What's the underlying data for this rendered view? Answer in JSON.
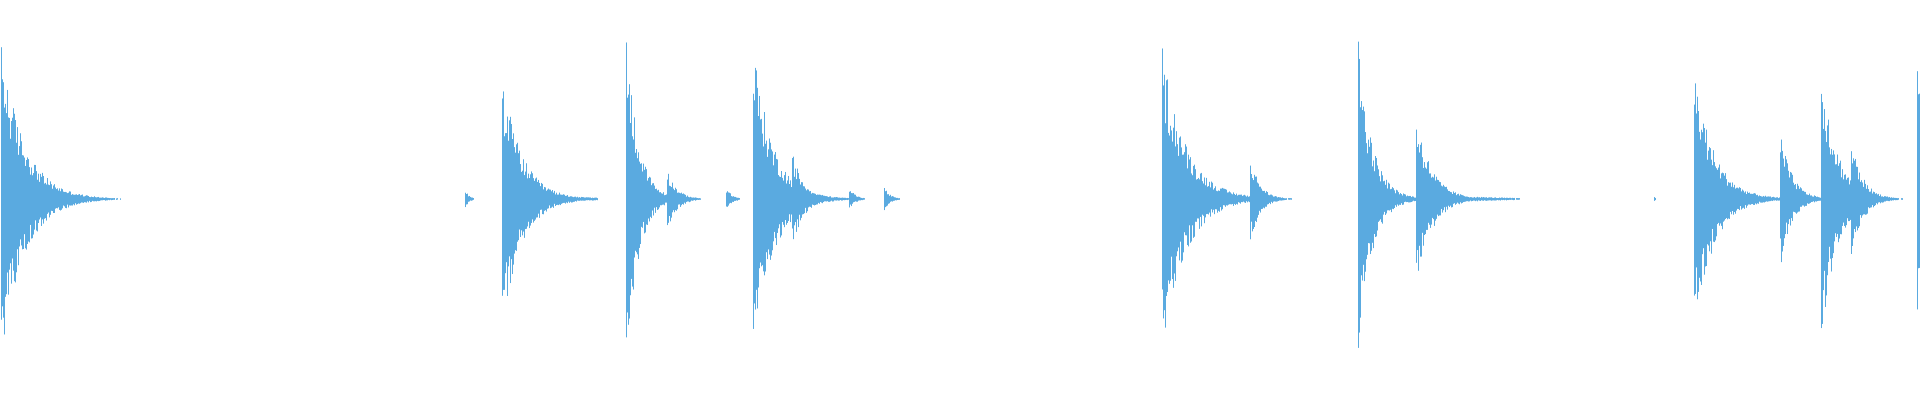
{
  "colors": {
    "background": "#ffffff",
    "waveform": "#5aaae0"
  },
  "chart_data": {
    "type": "area",
    "title": "",
    "xlabel": "",
    "ylabel": "",
    "grid": false,
    "legend": "none",
    "x_range": [
      0,
      1
    ],
    "y_range": [
      -1,
      1
    ],
    "transients": [
      {
        "t": 0.0005,
        "peak": 0.78,
        "neg": 0.78,
        "decay": 0.012,
        "tail": 0.05
      },
      {
        "t": 0.242,
        "peak": 0.05,
        "neg": 0.05,
        "decay": 0.002,
        "tail": 0.006
      },
      {
        "t": 0.261,
        "peak": 0.66,
        "neg": 0.68,
        "decay": 0.01,
        "tail": 0.05
      },
      {
        "t": 0.326,
        "peak": 0.88,
        "neg": 0.88,
        "decay": 0.006,
        "tail": 0.03
      },
      {
        "t": 0.347,
        "peak": 0.16,
        "neg": 0.17,
        "decay": 0.005,
        "tail": 0.028
      },
      {
        "t": 0.378,
        "peak": 0.06,
        "neg": 0.06,
        "decay": 0.003,
        "tail": 0.01
      },
      {
        "t": 0.392,
        "peak": 0.79,
        "neg": 0.81,
        "decay": 0.01,
        "tail": 0.035
      },
      {
        "t": 0.412,
        "peak": 0.26,
        "neg": 0.26,
        "decay": 0.006,
        "tail": 0.025
      },
      {
        "t": 0.442,
        "peak": 0.07,
        "neg": 0.06,
        "decay": 0.003,
        "tail": 0.012
      },
      {
        "t": 0.46,
        "peak": 0.07,
        "neg": 0.07,
        "decay": 0.003,
        "tail": 0.01
      },
      {
        "t": 0.605,
        "peak": 0.78,
        "neg": 0.78,
        "decay": 0.012,
        "tail": 0.05
      },
      {
        "t": 0.651,
        "peak": 0.22,
        "neg": 0.22,
        "decay": 0.005,
        "tail": 0.03
      },
      {
        "t": 0.707,
        "peak": 0.84,
        "neg": 0.84,
        "decay": 0.007,
        "tail": 0.03
      },
      {
        "t": 0.737,
        "peak": 0.46,
        "neg": 0.47,
        "decay": 0.008,
        "tail": 0.055
      },
      {
        "t": 0.861,
        "peak": 0.02,
        "neg": 0.02,
        "decay": 0.001,
        "tail": 0.003
      },
      {
        "t": 0.882,
        "peak": 0.69,
        "neg": 0.7,
        "decay": 0.01,
        "tail": 0.04
      },
      {
        "t": 0.927,
        "peak": 0.35,
        "neg": 0.35,
        "decay": 0.006,
        "tail": 0.025
      },
      {
        "t": 0.948,
        "peak": 0.74,
        "neg": 0.74,
        "decay": 0.008,
        "tail": 0.025
      },
      {
        "t": 0.964,
        "peak": 0.3,
        "neg": 0.3,
        "decay": 0.006,
        "tail": 0.03
      },
      {
        "t": 0.998,
        "peak": 0.77,
        "neg": 0.77,
        "decay": 0.004,
        "tail": 0.005
      }
    ]
  }
}
